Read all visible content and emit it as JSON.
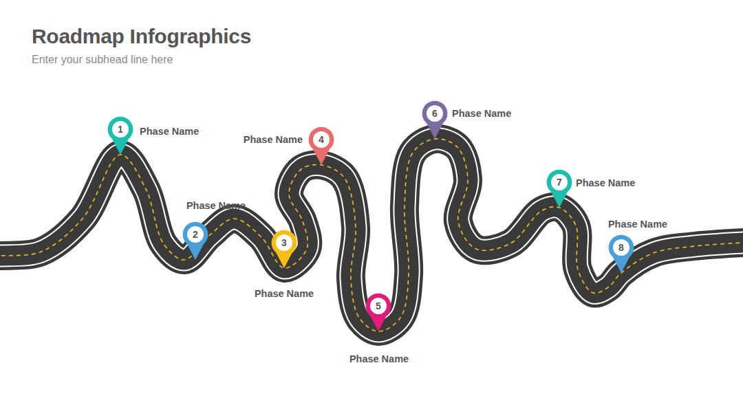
{
  "diagram": {
    "title": "Roadmap Infographics",
    "nodes": [
      {
        "text": [
          "1",
          "Phase Name"
        ]
      },
      {
        "text": [
          "2",
          "Phase Name"
        ]
      },
      {
        "text": [
          "3",
          "Phase Name"
        ]
      },
      {
        "text": [
          "4",
          "Phase Name"
        ]
      },
      {
        "text": [
          "5",
          "Phase Name"
        ]
      },
      {
        "text": [
          "6",
          "Phase Name"
        ]
      },
      {
        "text": [
          "7",
          "Phase Name"
        ]
      },
      {
        "text": [
          "8",
          "Phase Name"
        ]
      }
    ],
    "labels": [
      "Enter your subhead line here"
    ]
  }
}
